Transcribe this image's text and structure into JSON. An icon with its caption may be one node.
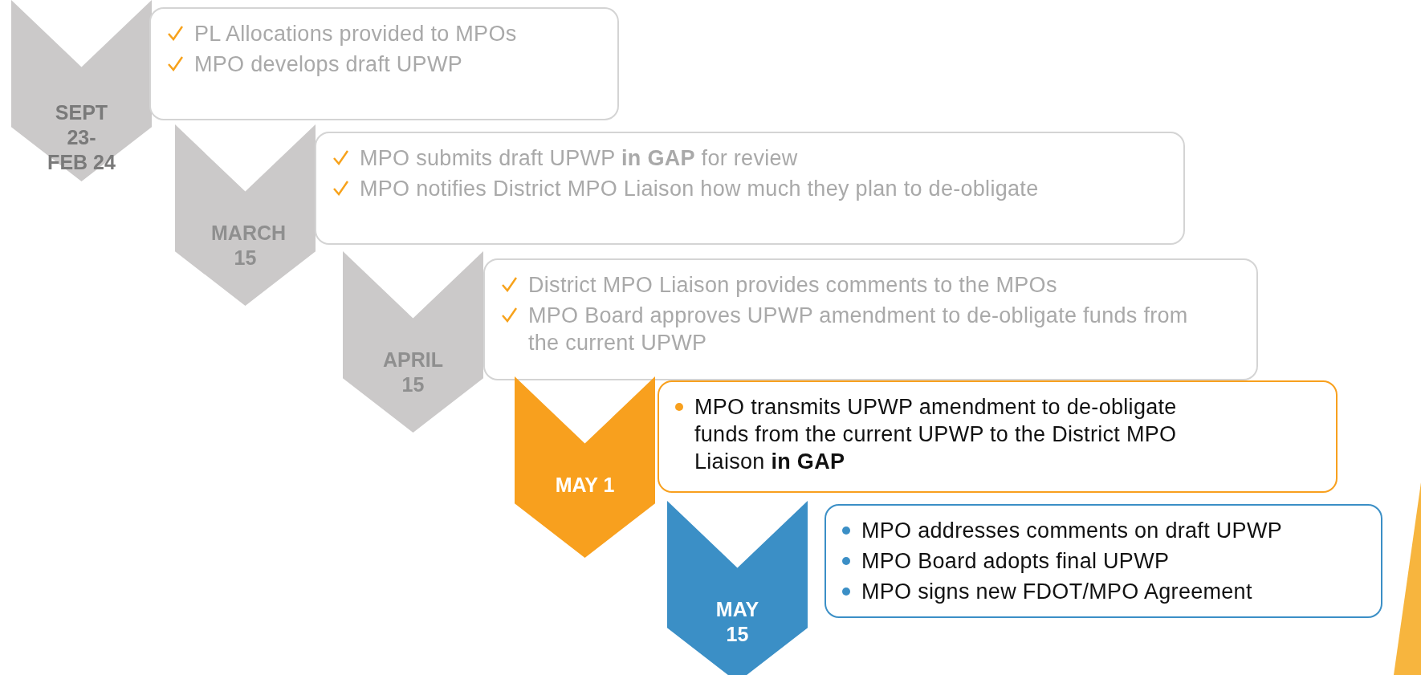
{
  "diagram": {
    "nodes": [
      {
        "text": [
          "SEPT 23- FEB 24"
        ]
      },
      {
        "text": [
          "PL Allocations provided to MPOs",
          "MPO develops draft UPWP"
        ]
      },
      {
        "text": [
          "MARCH 15"
        ]
      },
      {
        "text": [
          "MPO submits draft UPWP **in GAP** for review",
          "MPO notifies District MPO Liaison how much they plan to de-obligate"
        ]
      },
      {
        "text": [
          "APRIL 15"
        ]
      },
      {
        "text": [
          "District MPO Liaison provides comments to the MPOs",
          "MPO Board approves UPWP amendment to de-obligate funds from the current UPWP"
        ]
      },
      {
        "text": [
          "MAY 1"
        ]
      },
      {
        "text": [
          "MPO transmits UPWP amendment to de-obligate funds from the current UPWP to the District MPO Liaison **in GAP**"
        ]
      },
      {
        "text": [
          "MAY 15"
        ]
      },
      {
        "text": [
          "MPO addresses comments on draft UPWP",
          "MPO Board adopts final UPWP",
          "MPO signs new FDOT/MPO Agreement"
        ]
      }
    ]
  }
}
